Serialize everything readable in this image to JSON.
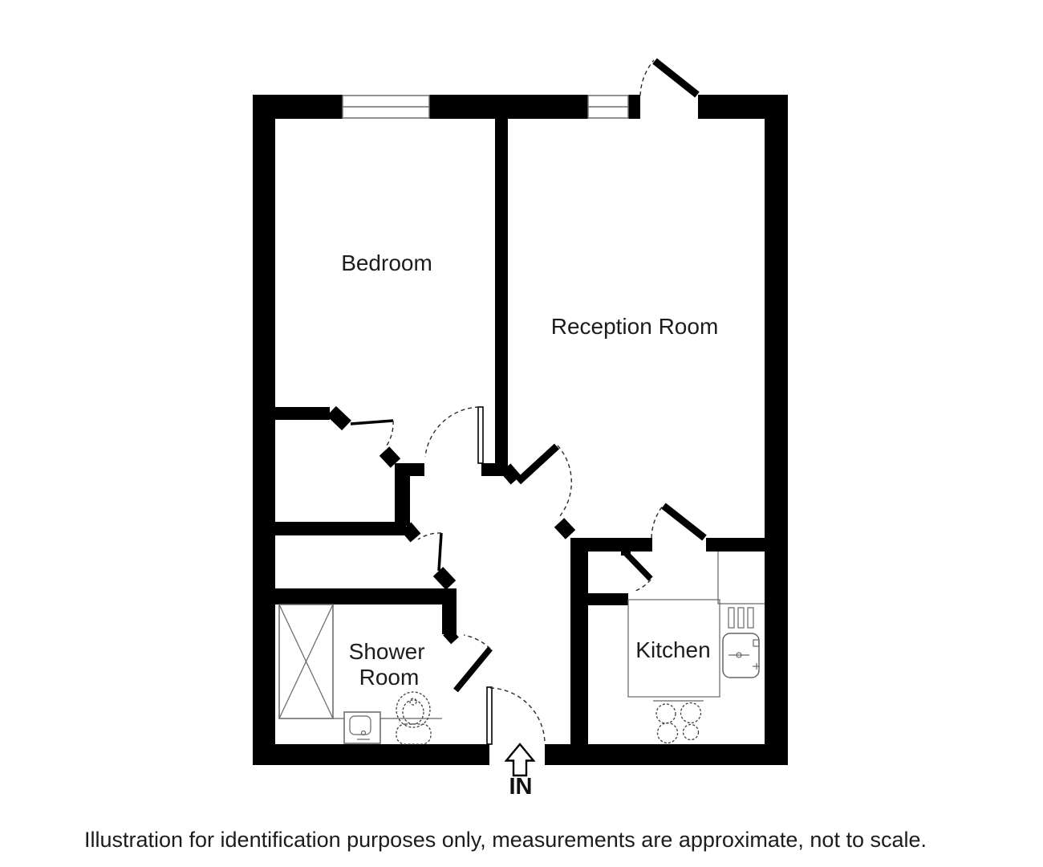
{
  "floor_plan": {
    "title": "one-bedroom flat floor plan",
    "rooms": {
      "bedroom": {
        "label": "Bedroom"
      },
      "reception_room": {
        "label": "Reception Room"
      },
      "shower_room": {
        "label_line_1": "Shower",
        "label_line_2": "Room"
      },
      "kitchen": {
        "label": "Kitchen"
      }
    },
    "entrance": {
      "label": "IN"
    },
    "window_count": 2,
    "colors": {
      "wall": "#000000",
      "door-arc": "#2b2b2b",
      "fixture-line": "#666666",
      "label-text": "#1c1c1c"
    }
  },
  "footer": {
    "disclaimer": "Illustration for identification purposes only, measurements are approximate, not to scale."
  }
}
